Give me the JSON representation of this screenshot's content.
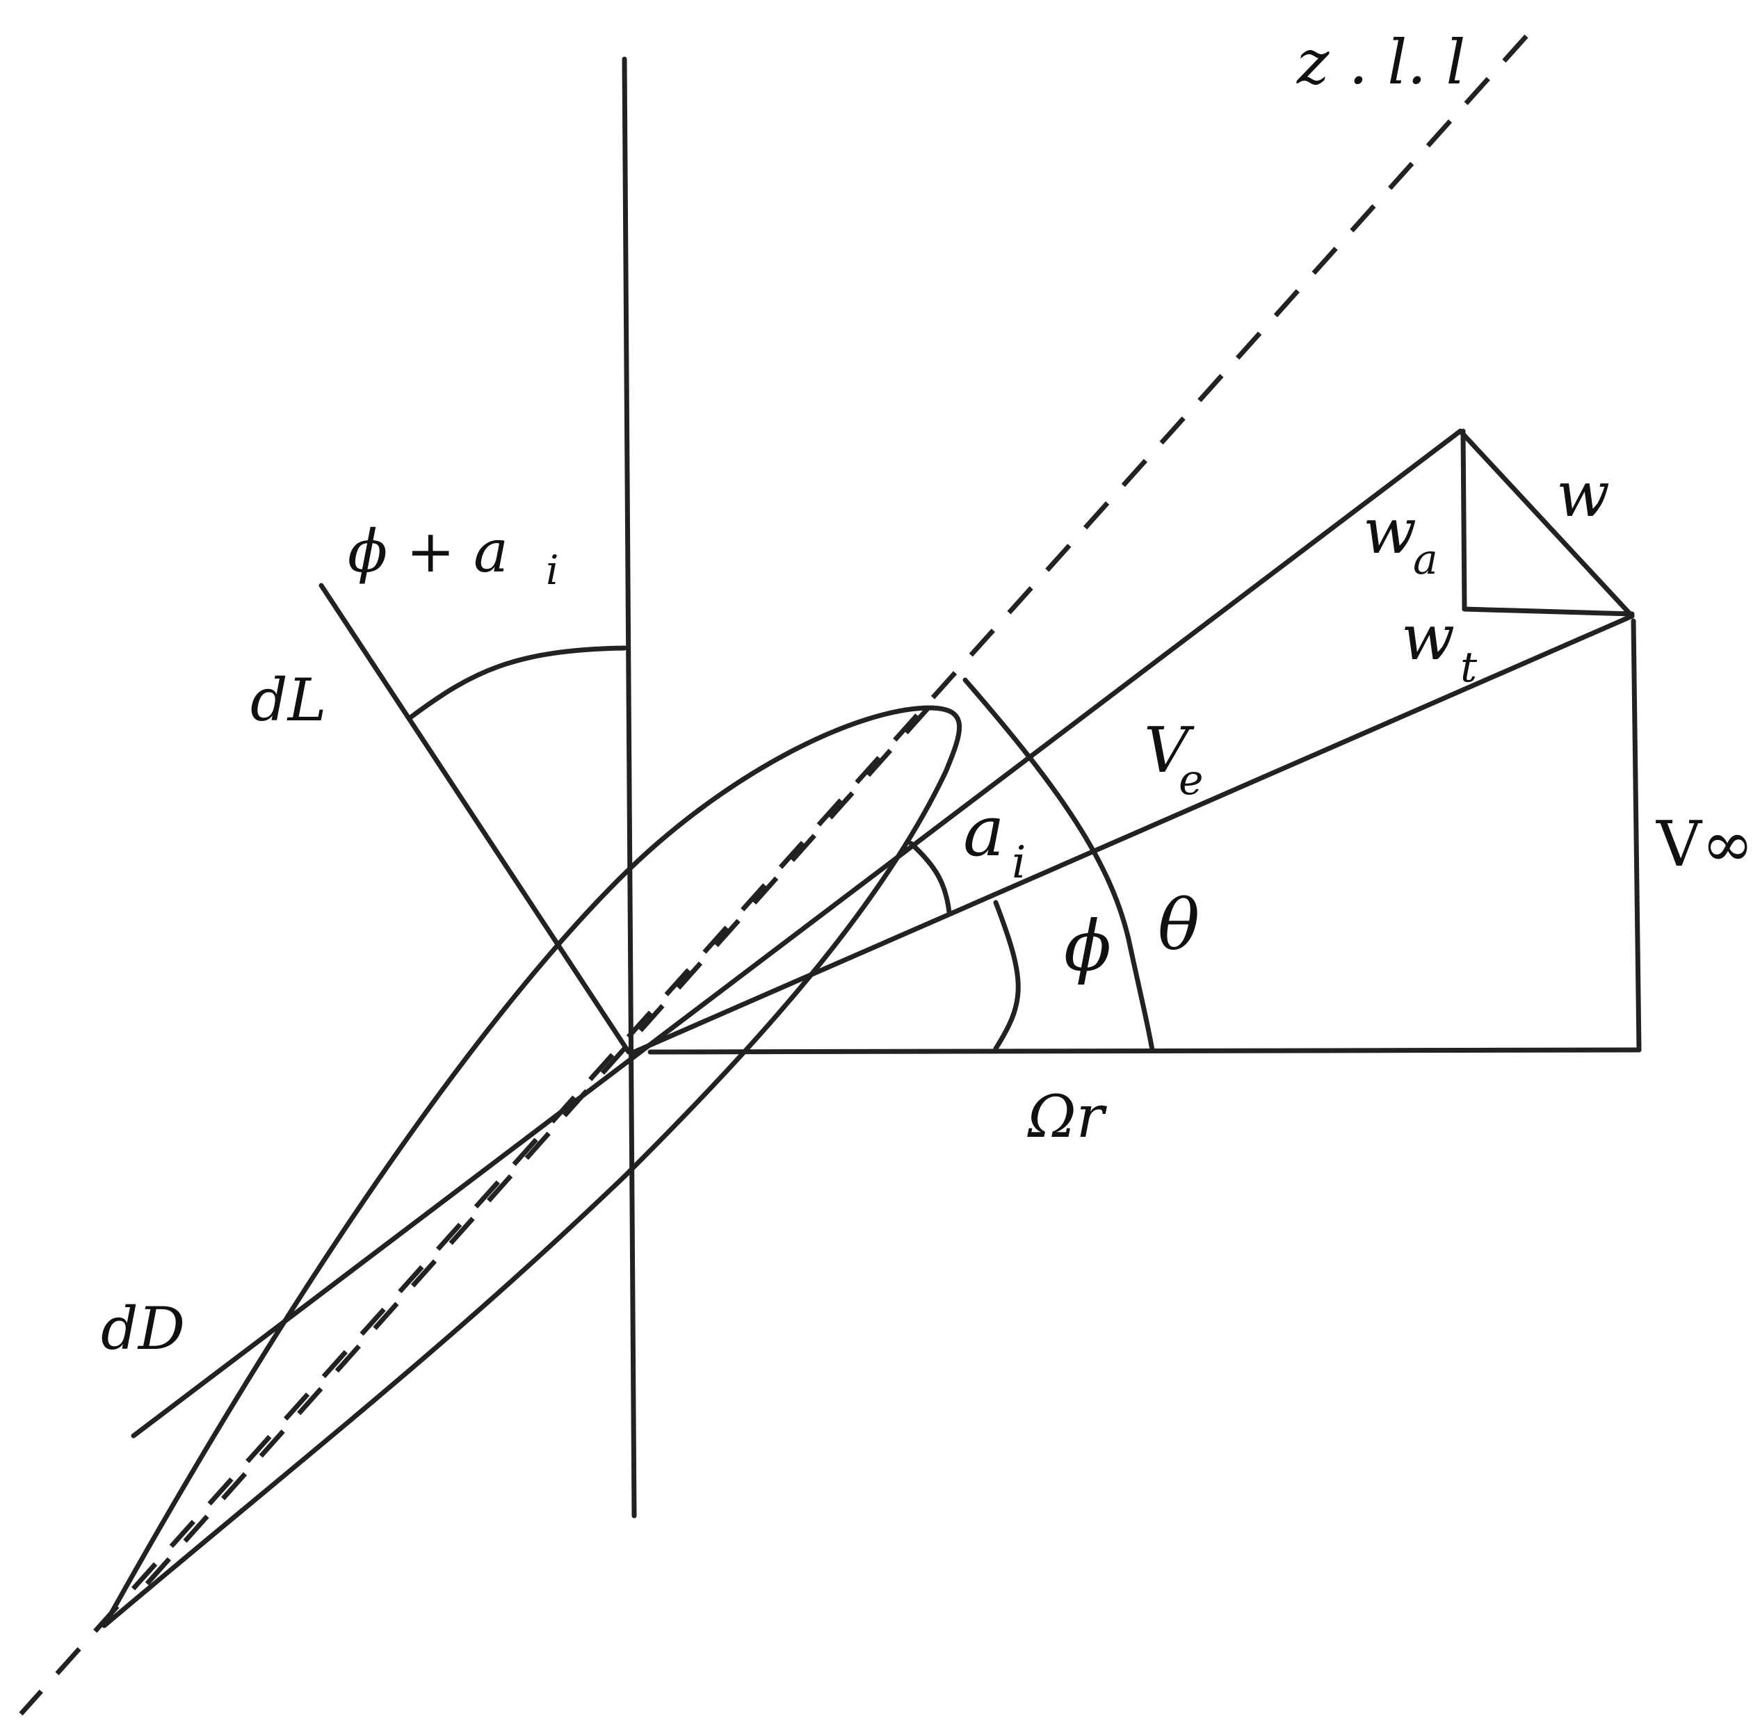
{
  "labels": {
    "zll": "z . l. l",
    "phi_plus_ai": "ϕ +  a",
    "phi_plus_ai_sub": "i",
    "dL": "dL",
    "dD": "dD",
    "w": "w",
    "wa": "w",
    "wa_sub": "a",
    "wt": "w",
    "wt_sub": "t",
    "Ve": "V",
    "Ve_sub": "e",
    "ai": "a",
    "ai_sub": "i",
    "phi": "ϕ",
    "theta": "θ",
    "Vinf": "V∞",
    "Omega_r": "Ωr"
  },
  "colors": {
    "stroke": "#222222",
    "text": "#111111",
    "background": "#ffffff"
  }
}
